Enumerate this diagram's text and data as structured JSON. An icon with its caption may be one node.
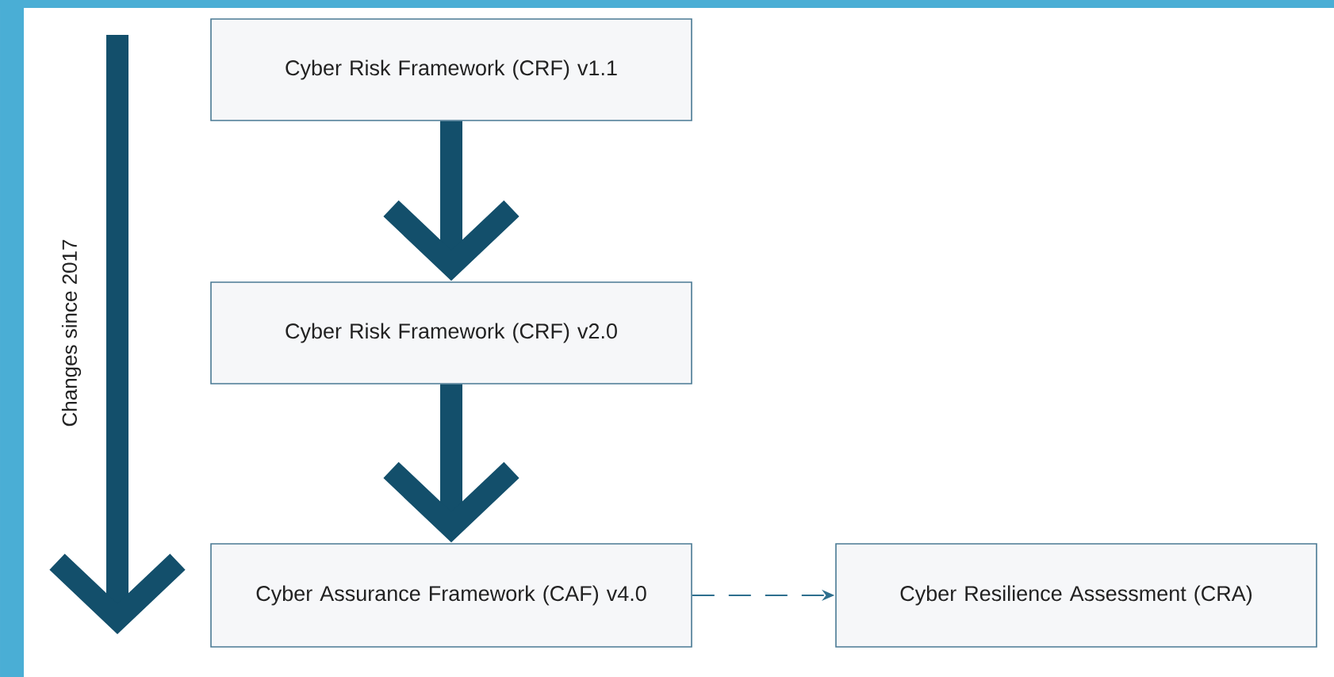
{
  "diagram": {
    "nodes": [
      {
        "text": [
          "Cyber Risk Framework (CRF) v1.1"
        ]
      },
      {
        "text": [
          "Cyber Risk Framework (CRF) v2.0"
        ]
      },
      {
        "text": [
          "Cyber Assurance Framework (CAF) v4.0"
        ]
      },
      {
        "text": [
          "Cyber Resilience Assessment (CRA)"
        ]
      }
    ],
    "edges": [
      {
        "from": 0,
        "to": 1,
        "arrow": "to"
      },
      {
        "from": 1,
        "to": 2,
        "arrow": "to"
      },
      {
        "from": 2,
        "to": 3,
        "arrow": "to",
        "style": "dashed",
        "color": "#2e6f8e"
      }
    ],
    "labels": [
      "Changes since 2017"
    ]
  }
}
